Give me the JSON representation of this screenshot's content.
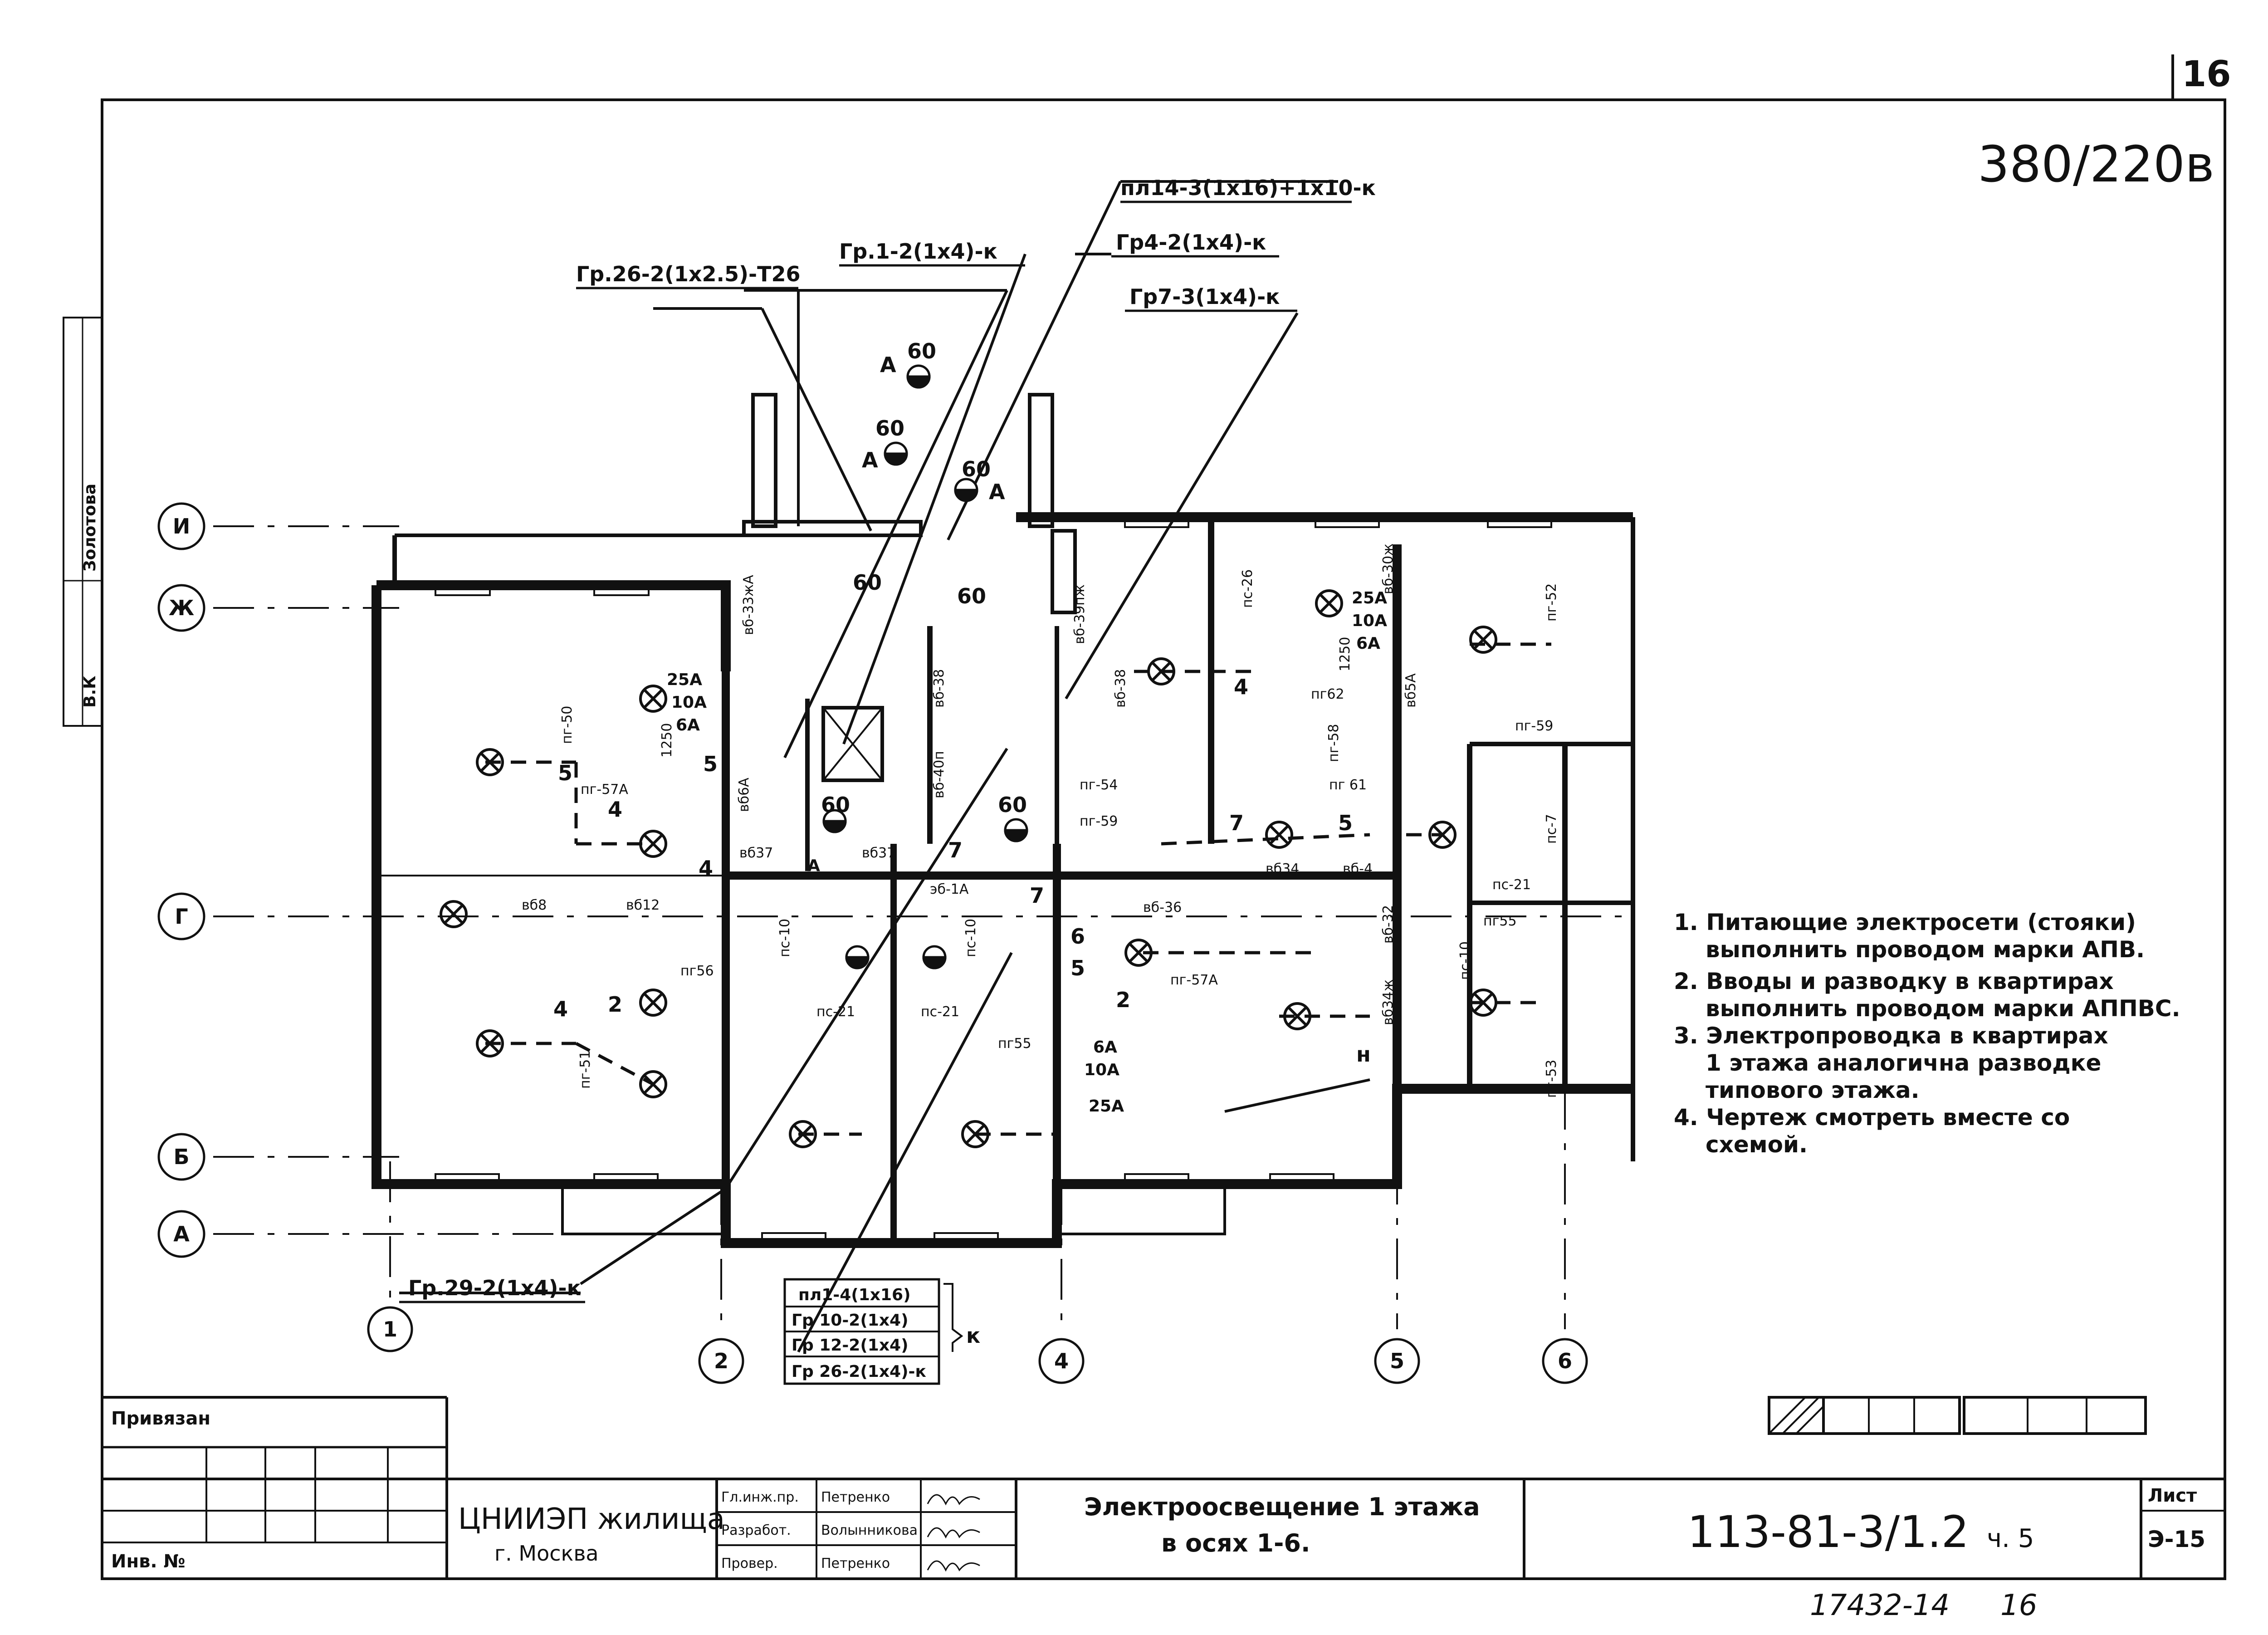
{
  "sheet": {
    "sheet_number_top": "16",
    "voltage": "380/220в",
    "side_stamp_vk": "В.К",
    "side_stamp_name": "Золотова"
  },
  "axes": {
    "rows": [
      "И",
      "Ж",
      "Г",
      "Б",
      "А"
    ],
    "columns": [
      "1",
      "2",
      "4",
      "5",
      "6"
    ]
  },
  "cable_labels": {
    "pl14": "пл14-3(1х16)+1х10-к",
    "gr1": "Гр.1-2(1х4)-к",
    "gr4": "Гр4-2(1х4)-к",
    "gr7": "Гр7-3(1х4)-к",
    "gr26_top": "Гр.26-2(1х2.5)-Т26",
    "gr29": "Гр.29-2(1х4)-к",
    "group_bottom": [
      "пл1-4(1х16)",
      "Гр 10-2(1х4)",
      "Гр 12-2(1х4)",
      "Гр 26-2(1х4)-к"
    ],
    "group_bottom_suffix": "к"
  },
  "plan_labels": {
    "lamp_60": "60",
    "lamp_A": "А",
    "amp_25": "25А",
    "amp_10": "10А",
    "amp_6": "6А",
    "h1250": "1250",
    "pg50": "пг-50",
    "pg51": "пг-51",
    "pg52": "пг-52",
    "pg53": "пг-53",
    "pg54": "пг-54",
    "pg55": "пг55",
    "pg57a": "пг-57А",
    "pg58": "пг-58",
    "pg59": "пг-59",
    "pg61": "пг 61",
    "pg62": "пг62",
    "pg56": "пг56",
    "ps10": "пс-10",
    "ps21": "пс-21",
    "ps7": "пс-7",
    "ps26": "пс-26",
    "vb33": "вб-33жА",
    "vb38": "вб-38",
    "vb40": "вб-40п",
    "vb37": "вб37",
    "vb36": "вб-36",
    "vb34": "вб34",
    "vb34zh": "вб34ж",
    "vb4": "вб-4",
    "vb8": "вб8",
    "vb12": "вб12",
    "vb32": "вб-32",
    "vb5a": "вб5А",
    "vb6a": "вб6А",
    "vb39": "вб-39пж",
    "vb30": "вб-30ж",
    "eb1": "эб-1А",
    "num4": "4",
    "num5": "5",
    "num7": "7",
    "num2": "2",
    "num6": "6",
    "h_mark": "н"
  },
  "notes": [
    "1. Питающие электросети (стояки) выполнить проводом марки АПВ.",
    "2. Вводы и разводку в квартирах выполнить проводом марки АППВС.",
    "3. Электропроводка в квартирах 1 этажа аналогична разводке типового этажа.",
    "4. Чертеж смотреть вместе со схемой."
  ],
  "title_block": {
    "privyazan": "Привязан",
    "inv": "Инв. №",
    "org_line1": "ЦНИИЭП жилища",
    "org_line2": "г. Москва",
    "roles": [
      {
        "role": "Гл.инж.пр.",
        "name": "Петренко"
      },
      {
        "role": "Разработ.",
        "name": "Волынникова"
      },
      {
        "role": "Провер.",
        "name": "Петренко"
      }
    ],
    "title_line1": "Электроосвещение 1 этажа",
    "title_line2": "в осях 1-6.",
    "code": "113-81-3/1.2",
    "part": "ч. 5",
    "list_label": "Лист",
    "list_value": "Э-15",
    "bottom_number": "17432-14",
    "bottom_page": "16"
  }
}
